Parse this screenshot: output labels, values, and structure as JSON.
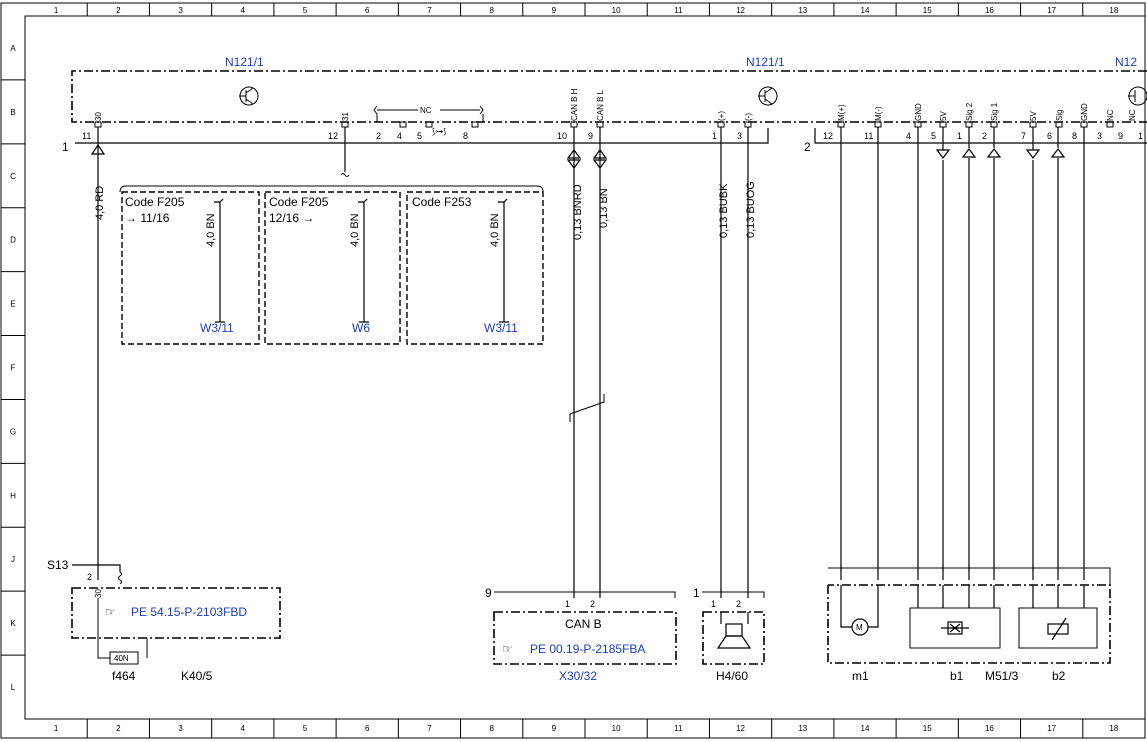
{
  "grid": {
    "columns": [
      "1",
      "2",
      "3",
      "4",
      "5",
      "6",
      "7",
      "8",
      "9",
      "10",
      "11",
      "12",
      "13",
      "14",
      "15",
      "16",
      "17",
      "18"
    ],
    "rows": [
      "A",
      "B",
      "C",
      "D",
      "E",
      "F",
      "G",
      "H",
      "J",
      "K",
      "L"
    ]
  },
  "modules": {
    "n121_1_left": "N121/1",
    "n121_1_right": "N121/1",
    "n121_partial": "N12"
  },
  "connectors": {
    "conn1": "1",
    "conn2": "2"
  },
  "pins_top": {
    "p30": "30",
    "p31": "31",
    "nc": "NC",
    "can_b_h": "CAN B H",
    "can_b_l": "CAN B L",
    "plus": "(+)",
    "minus": "(-)",
    "m_plus": "M(+)",
    "m_minus": "M(-)",
    "gnd1": "GND",
    "v5a": "5V",
    "sig2": "Sig 2",
    "sig1": "Sig 1",
    "v5b": "5V",
    "sig": "Sig",
    "gnd2": "GND",
    "nc2": "NC",
    "nc3": "NC"
  },
  "pin_numbers": {
    "n11": "11",
    "n12": "12",
    "n2": "2",
    "n4": "4",
    "n5": "5",
    "n8": "8",
    "n10": "10",
    "n9": "9",
    "n1": "1",
    "n3": "3",
    "r12": "12",
    "r11": "11",
    "r4": "4",
    "r5": "5",
    "r1": "1",
    "r2": "2",
    "r7": "7",
    "r6": "6",
    "r8": "8",
    "r3": "3",
    "r9": "9",
    "r1b": "1"
  },
  "wires": {
    "rd": "4,0 RD",
    "bn1": "4,0 BN",
    "bn2": "4,0 BN",
    "bn3": "4,0 BN",
    "bnrd": "0,13 BNRD",
    "bn013": "0,13 BN",
    "bubk": "0,13 BUBK",
    "buog": "0,13 BUOG"
  },
  "codes": {
    "c1_title": "Code F205",
    "c1_sub": "→ 11/16",
    "c1_ground": "W3/11",
    "c2_title": "Code F205",
    "c2_sub": "12/16 →",
    "c2_ground": "W6",
    "c3_title": "Code F253",
    "c3_ground": "W3/11"
  },
  "components": {
    "s13": "S13",
    "k40_pin2": "2",
    "k40_pin30": "30",
    "k40_ref": "PE 54.15-P-2103FBD",
    "fuse_val": "40N",
    "f464": "f464",
    "k40_5": "K40/5",
    "x30_num": "9",
    "x30_p1": "1",
    "x30_p2": "2",
    "can_b": "CAN B",
    "x30_ref": "PE 00.19-P-2185FBA",
    "x30_32": "X30/32",
    "h4_num": "1",
    "h4_p1": "1",
    "h4_p2": "2",
    "h4_60": "H4/60",
    "m1": "m1",
    "b1": "b1",
    "m51_3": "M51/3",
    "b2": "b2",
    "motor": "M"
  }
}
